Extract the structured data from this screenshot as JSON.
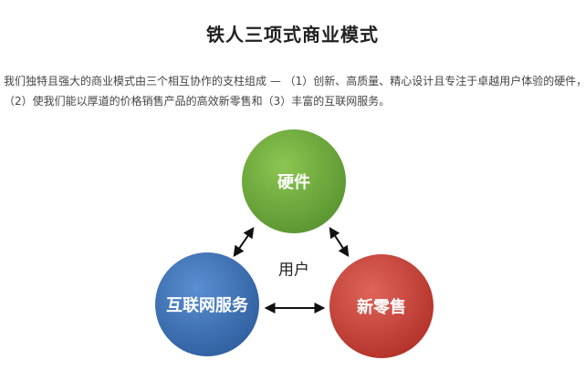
{
  "title": "铁人三项式商业模式",
  "intro": {
    "line1": "我们独特且强大的商业模式由三个相互协作的支柱组成 — （1）创新、高质量、精心设计且专注于卓越用户体验的硬件，",
    "line2": "（2）使我们能以厚道的价格销售产品的高效新零售和（3）丰富的互联网服务。"
  },
  "diagram": {
    "center": "用户",
    "nodes": [
      {
        "label": "硬件",
        "color": "#6aa33a"
      },
      {
        "label": "互联网服务",
        "color": "#3f72b5"
      },
      {
        "label": "新零售",
        "color": "#c8433b"
      }
    ],
    "arrow_color": "#111111"
  }
}
